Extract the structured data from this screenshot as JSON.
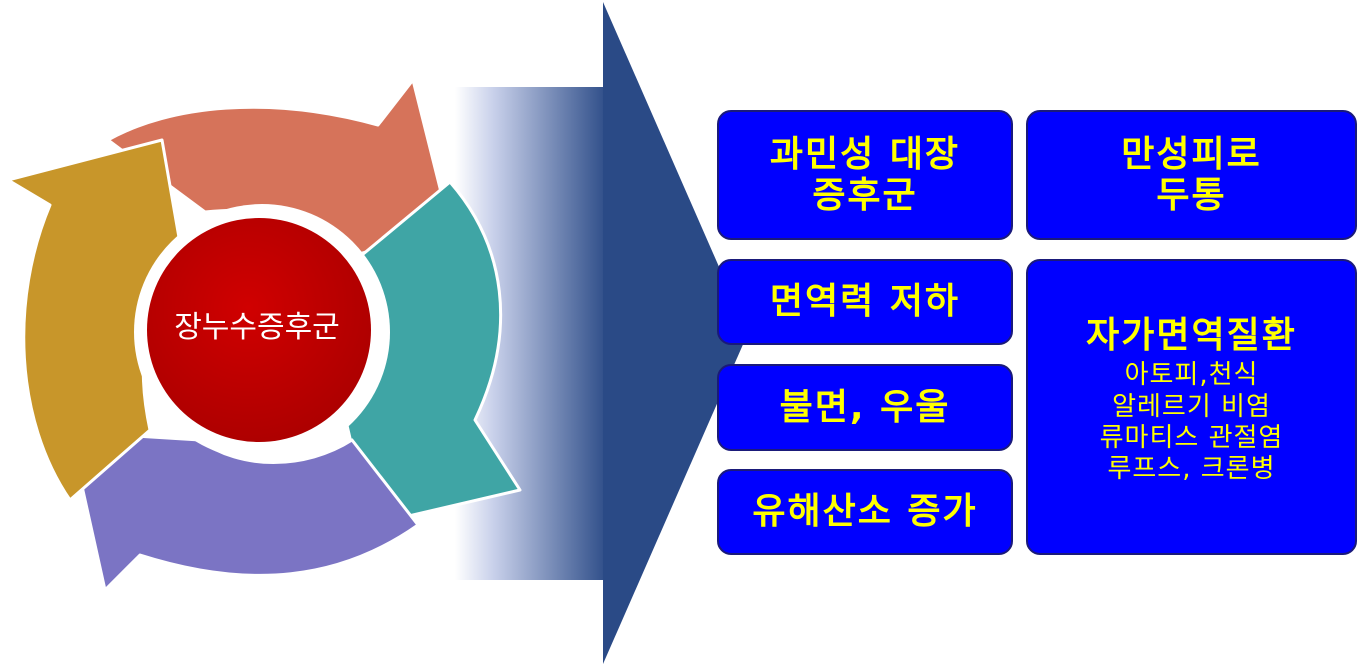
{
  "center": {
    "label": "장누수증후군"
  },
  "colors": {
    "arrow_salmon": "#d6735a",
    "arrow_teal": "#3fa5a5",
    "arrow_purple": "#7b74c4",
    "arrow_gold": "#c8962a",
    "center_circle": "#c00000",
    "big_arrow": "#2a4a86",
    "box_fill": "#0000ff",
    "box_text": "#ffff00"
  },
  "boxes": {
    "ibs": {
      "line1": "과민성 대장",
      "line2": "증후군"
    },
    "fatigue": {
      "line1": "만성피로",
      "line2": "두통"
    },
    "immunity": {
      "label": "면역력 저하"
    },
    "insomnia": {
      "label": "불면, 우울"
    },
    "oxygen": {
      "label": "유해산소 증가"
    },
    "autoimmune": {
      "title": "자가면역질환",
      "items": [
        "아토피,천식",
        "알레르기 비염",
        "류마티스 관절염",
        "루프스, 크론병"
      ]
    }
  }
}
